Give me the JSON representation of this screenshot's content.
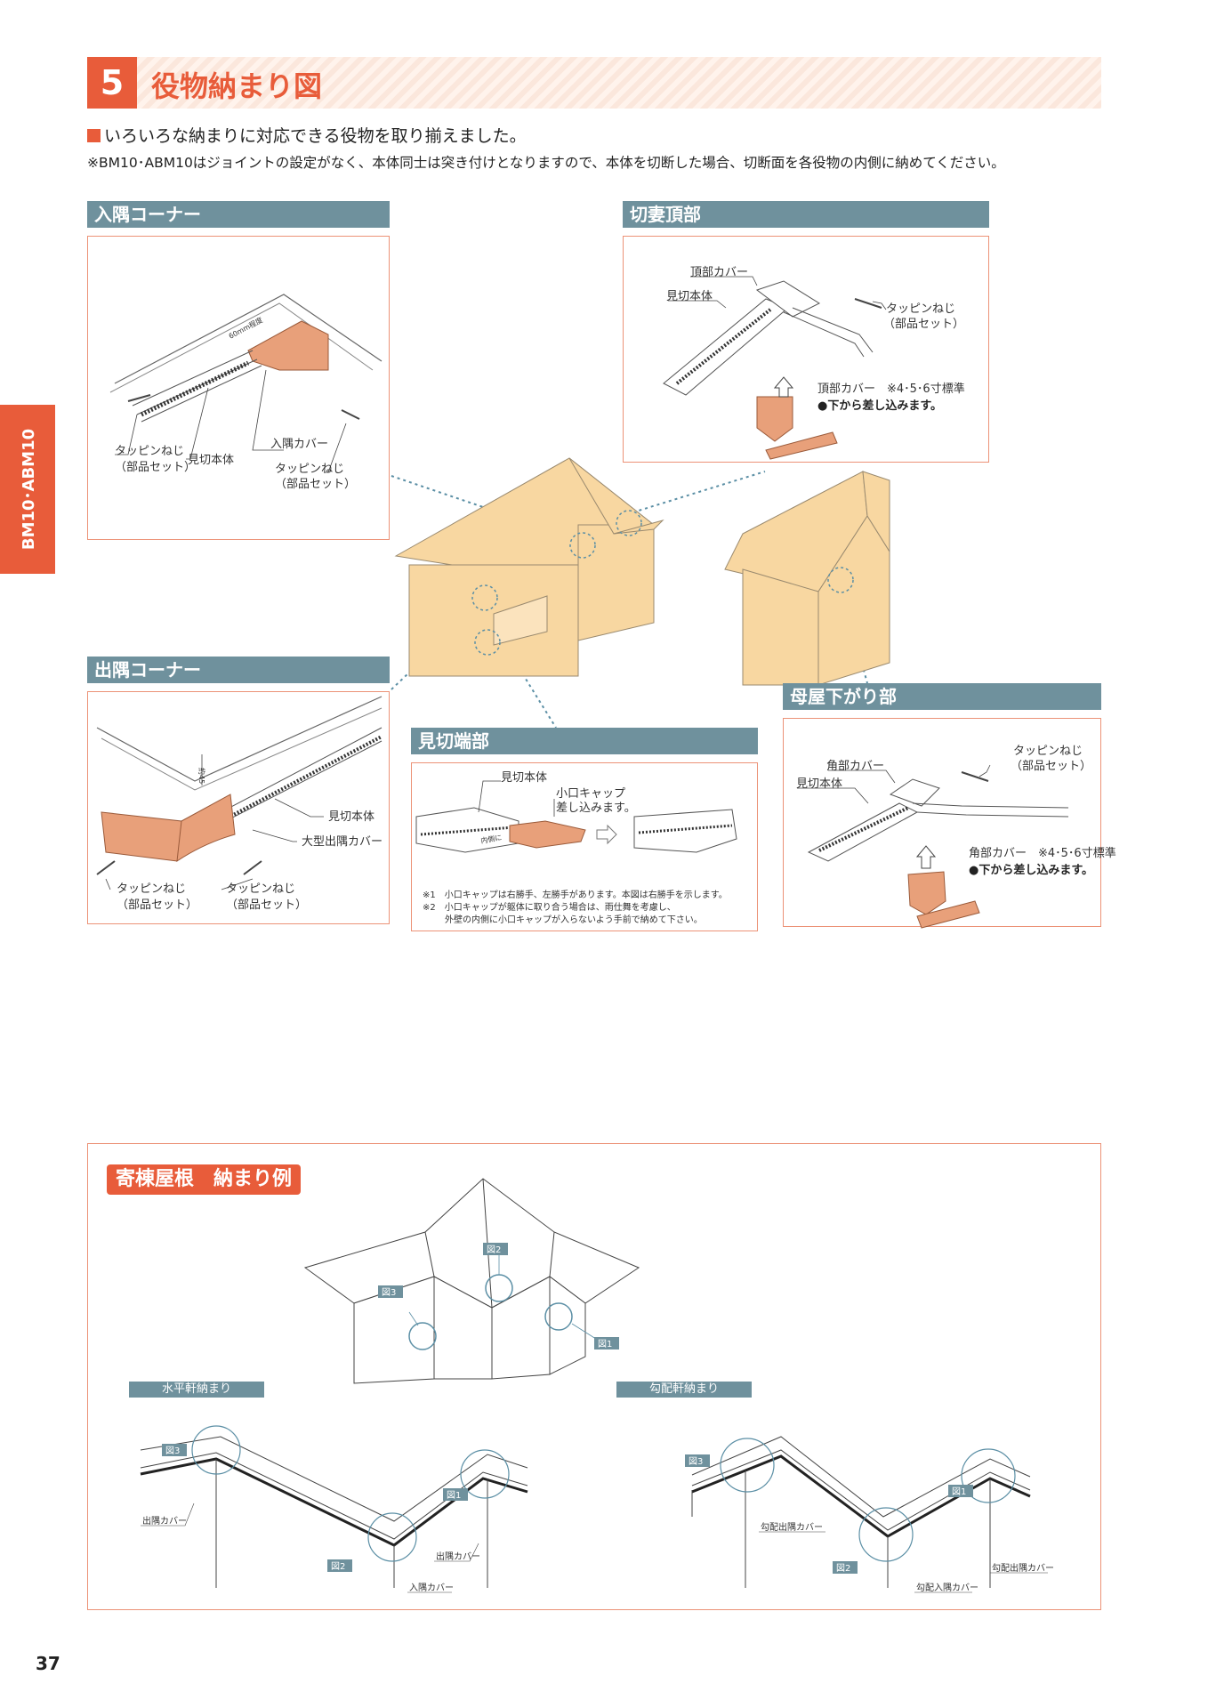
{
  "header": {
    "number": "5",
    "title": "役物納まり図"
  },
  "intro": {
    "lead": "いろいろな納まりに対応できる役物を取り揃えました。",
    "note": "※BM10･ABM10はジョイントの設定がなく、本体同士は突き付けとなりますので、本体を切断した場合、切断面を各役物の内側に納めてください。"
  },
  "side_tab": "BM10･ABM10",
  "sections": {
    "irisumi": {
      "title": "入隅コーナー",
      "labels": {
        "dim": "60mm程度",
        "screw_left": "タッピンねじ",
        "parts_left": "（部品セット）",
        "body": "見切本体",
        "cover": "入隅カバー",
        "screw_right": "タッピンねじ",
        "parts_right": "（部品セット）"
      }
    },
    "kirizuma": {
      "title": "切妻頂部",
      "labels": {
        "top_cover": "頂部カバー",
        "body": "見切本体",
        "screw": "タッピンねじ",
        "parts": "（部品セット）",
        "top_cover_std": "頂部カバー　※4･5･6寸標準",
        "insert": "●下から差し込みます。"
      }
    },
    "desumi": {
      "title": "出隅コーナー",
      "labels": {
        "dim": "約45",
        "body": "見切本体",
        "big_cover": "大型出隅カバー",
        "screw_left": "タッピンねじ",
        "parts_left": "（部品セット）",
        "screw_right": "タッピンねじ",
        "parts_right": "（部品セット）"
      }
    },
    "mikiri": {
      "title": "見切端部",
      "labels": {
        "body": "見切本体",
        "cap": "小口キャップ",
        "cap_insert": "差し込みます。",
        "inside": "内側に",
        "note1": "※1　小口キャップは右勝手、左勝手があります。本図は右勝手を示します。",
        "note2": "※2　小口キャップが躯体に取り合う場合は、雨仕舞を考慮し、",
        "note3": "外壁の内側に小口キャップが入らないよう手前で納めて下さい。"
      }
    },
    "moya": {
      "title": "母屋下がり部",
      "labels": {
        "screw": "タッピンねじ",
        "parts": "（部品セット）",
        "corner_cover": "角部カバー",
        "body": "見切本体",
        "corner_cover_std": "角部カバー　※4･5･6寸標準",
        "insert": "●下から差し込みます。"
      }
    }
  },
  "hip_roof": {
    "title": "寄棟屋根　納まり例",
    "fig_labels": {
      "fig1": "図1",
      "fig2": "図2",
      "fig3": "図3"
    },
    "horizontal": {
      "title": "水平軒納まり",
      "fig1": "図1",
      "fig2": "図2",
      "fig3": "図3",
      "outer_cover_left": "出隅カバー",
      "outer_cover_right": "出隅カバー",
      "inner_cover": "入隅カバー"
    },
    "sloped": {
      "title": "勾配軒納まり",
      "fig1": "図1",
      "fig2": "図2",
      "fig3": "図3",
      "outer_cover_left": "勾配出隅カバー",
      "outer_cover_right": "勾配出隅カバー",
      "inner_cover": "勾配入隅カバー"
    }
  },
  "page_number": "37",
  "colors": {
    "accent": "#e85c3a",
    "section_bar": "#6f919d",
    "panel_border": "#ec9277",
    "house": "#f8d7a1",
    "part": "#e8a07a"
  }
}
